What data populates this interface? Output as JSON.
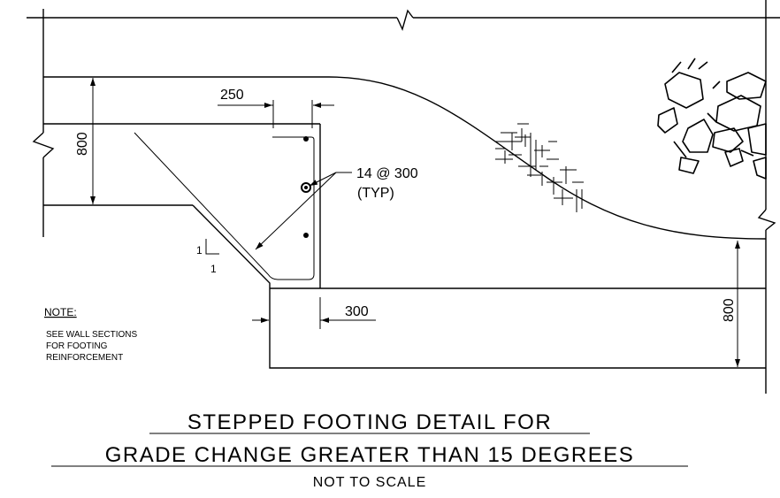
{
  "dimensions": {
    "top_width": "250",
    "left_height": "800",
    "right_height": "800",
    "bottom_width": "300"
  },
  "rebar": {
    "callout_line1": "14 @ 300",
    "callout_line2": "(TYP)"
  },
  "slope": {
    "rise": "1",
    "run": "1"
  },
  "note": {
    "heading": "NOTE:",
    "lines": [
      "SEE WALL SECTIONS",
      "FOR FOOTING",
      "REINFORCEMENT"
    ]
  },
  "title": {
    "line1": "STEPPED FOOTING DETAIL FOR",
    "line2": "GRADE CHANGE GREATER THAN 15 DEGREES",
    "line3": "NOT TO SCALE"
  }
}
